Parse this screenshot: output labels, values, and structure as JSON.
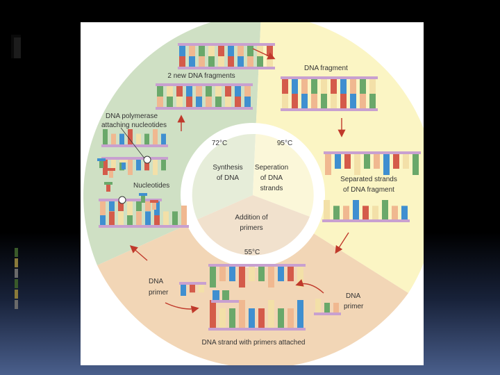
{
  "slide": {
    "accent_colors": [
      "#3a5a2a",
      "#8a7a3a",
      "#6a6a6a",
      "#3a5a2a",
      "#8a7a3a",
      "#6a6a6a"
    ]
  },
  "diagram": {
    "colors": {
      "green_sector": "#cfe0c4",
      "yellow_sector": "#fbf5c4",
      "orange_sector": "#f2d6b6",
      "inner_green": "#e6edd9",
      "inner_yellow": "#fbf7d9",
      "inner_orange": "#f1e1cd",
      "backbone": "#c8a0d0",
      "arrow": "#c0392b",
      "base_blue": "#3f8fd0",
      "base_green": "#6aa86a",
      "base_red": "#d45b4a",
      "base_peach": "#f0b890",
      "base_cream": "#f3e0a8"
    },
    "temps": {
      "green": "72°C",
      "yellow": "95°C",
      "orange": "55°C"
    },
    "inner": {
      "synthesis_line1": "Synthesis",
      "synthesis_line2": "of DNA",
      "separation_line1": "Seperation",
      "separation_line2": "of DNA",
      "separation_line3": "strands",
      "addition_line1": "Addition of",
      "addition_line2": "primers"
    },
    "labels": {
      "new_fragments": "2 new DNA fragments",
      "dna_fragment": "DNA fragment",
      "polymerase_line1": "DNA polymerase",
      "polymerase_line2": "attaching nucleotides",
      "nucleotides": "Nucleotides",
      "separated_line1": "Separated strands",
      "separated_line2": "of DNA fragment",
      "primer_left_line1": "DNA",
      "primer_left_line2": "primer",
      "primer_right_line1": "DNA",
      "primer_right_line2": "primer",
      "strand_with_primers": "DNA strand with primers attached"
    }
  }
}
